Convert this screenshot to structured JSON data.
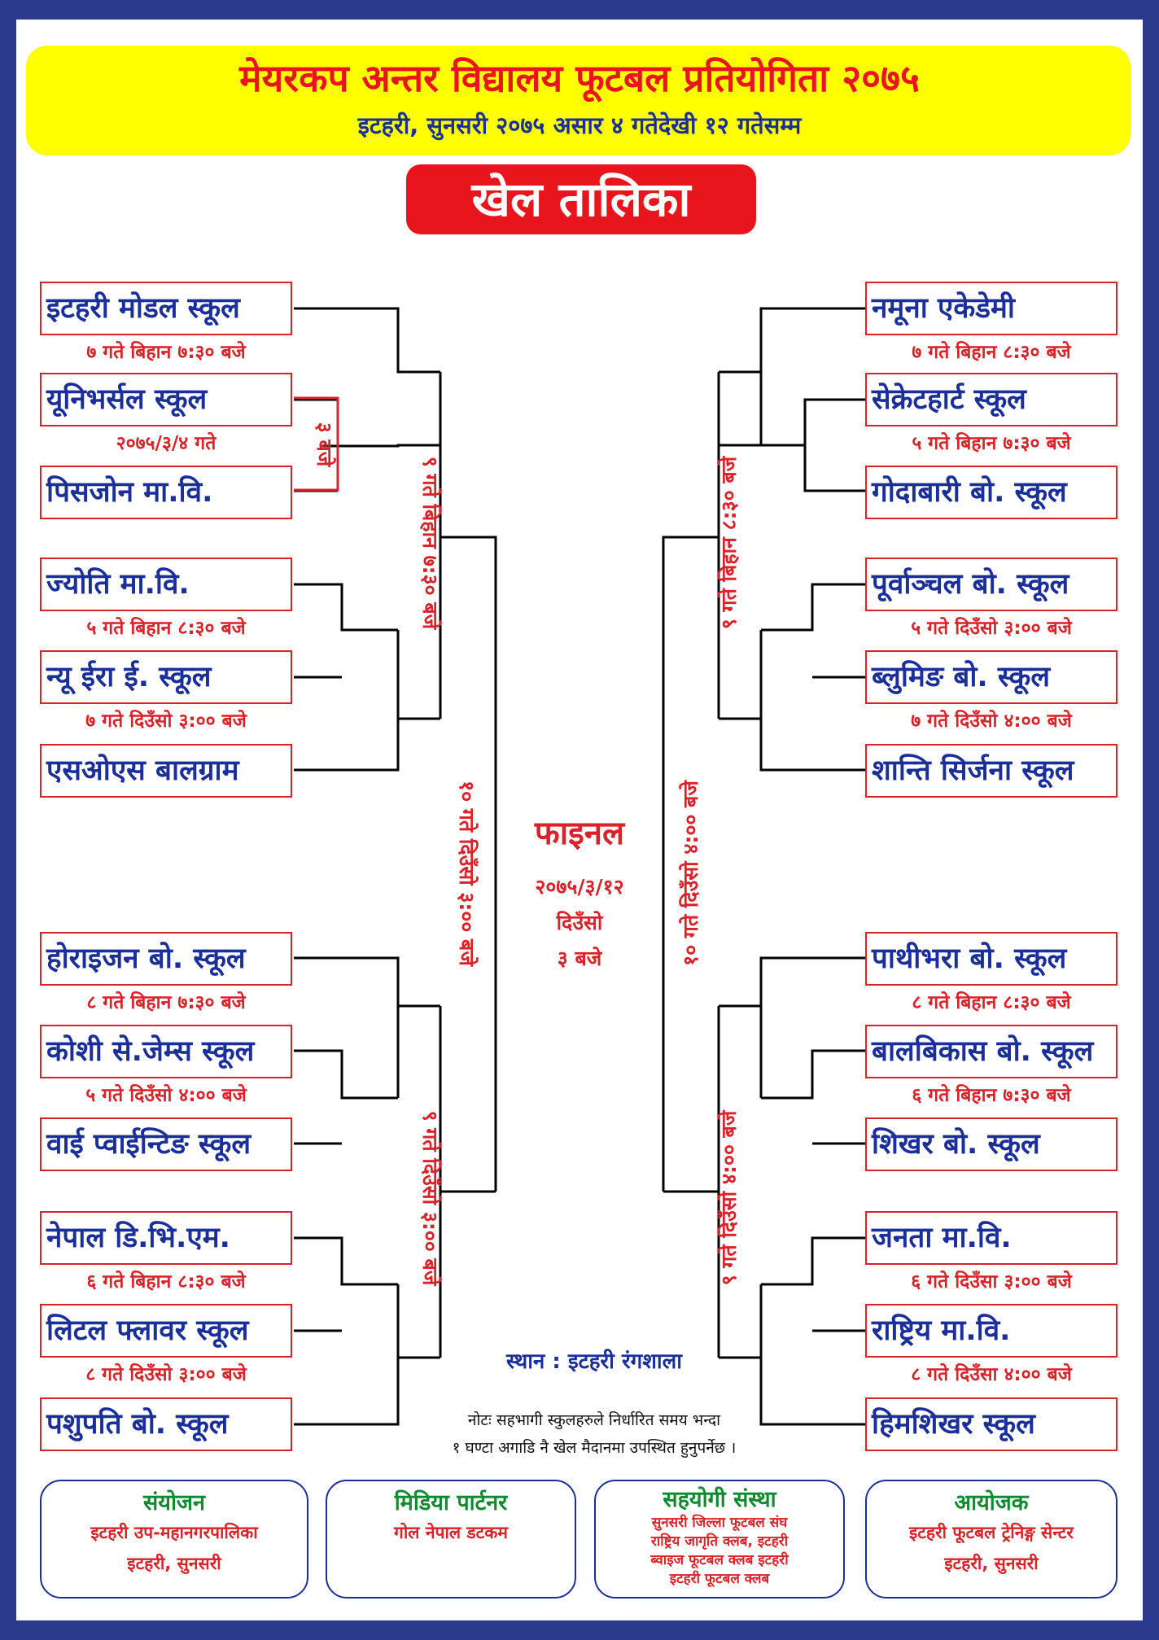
{
  "header": {
    "title": "मेयरकप अन्तर विद्यालय फूटबल प्रतियोगिता २०७५",
    "subtitle": "इटहरी, सुनसरी २०७५ असार ४ गतेदेखी १२ गतेसम्म"
  },
  "banner": "खेल तालिका",
  "left": {
    "teams": [
      "इटहरी मोडल स्कूल",
      "यूनिभर्सल स्कूल",
      "पिसजोन मा.वि.",
      "ज्योति मा.वि.",
      "न्यू ईरा ई. स्कूल",
      "एसओएस बालग्राम",
      "होराइजन बो. स्कूल",
      "कोशी से.जेम्स स्कूल",
      "वाई प्वाईन्टिङ स्कूल",
      "नेपाल डि.भि.एम.",
      "लिटल फ्लावर स्कूल",
      "पशुपति बो. स्कूल"
    ],
    "match_times": [
      "७ गते बिहान ७:३० बजे",
      "२०७५/३/४ गते",
      "५ गते बिहान ८:३० बजे",
      "७ गते दिउँसो ३:०० बजे",
      "८ गते बिहान ७:३० बजे",
      "५ गते दिउँसो ४:०० बजे",
      "६ गते बिहान ८:३० बजे",
      "८ गते दिउँसो ३:०० बजे"
    ],
    "opening_time": "३ बजे",
    "qf_top": "९ गते बिहान ७:३० बजे",
    "qf_bottom": "९ गते दिउँसो ३:०० बजे",
    "semi": "१० गते दिउँसो ३:०० बजे"
  },
  "right": {
    "teams": [
      "नमूना एकेडेमी",
      "सेक्रेटहार्ट स्कूल",
      "गोदाबारी बो. स्कूल",
      "पूर्वाञ्चल बो. स्कूल",
      "ब्लुमिङ बो. स्कूल",
      "शान्ति सिर्जना स्कूल",
      "पाथीभरा बो. स्कूल",
      "बालबिकास बो. स्कूल",
      "शिखर बो. स्कूल",
      "जनता मा.वि.",
      "राष्ट्रिय मा.वि.",
      "हिमशिखर स्कूल"
    ],
    "match_times": [
      "७ गते बिहान ८:३० बजे",
      "५ गते बिहान ७:३० बजे",
      "५ गते दिउँसो ३:०० बजे",
      "७ गते दिउँसो ४:०० बजे",
      "८ गते बिहान ८:३० बजे",
      "६ गते बिहान ७:३० बजे",
      "६ गते दिउँसा ३:०० बजे",
      "८ गते दिउँसा ४:०० बजे"
    ],
    "qf_top": "९ गते बिहान ८:३० बजे",
    "qf_bottom": "९ गते दिउँसो ४:०० बजे",
    "semi": "१० गते दिउँसो ४:०० बजे"
  },
  "final": {
    "label": "फाइनल",
    "date": "२०७५/३/१२",
    "period": "दिउँसो",
    "time": "३ बजे"
  },
  "venue": "स्थान : इटहरी रंगशाला",
  "note": {
    "line1": "नोटः सहभागी स्कुलहरुले निर्धारित समय भन्दा",
    "line2": "१ घण्टा अगाडि नै खेल मैदानमा उपस्थित हुनुपर्नेछ ।"
  },
  "footer": {
    "coordination": {
      "heading": "संयोजन",
      "lines": [
        "इटहरी उप-महानगरपालिका",
        "इटहरी, सुनसरी"
      ]
    },
    "media": {
      "heading": "मिडिया पार्टनर",
      "lines": [
        "गोल नेपाल डटकम"
      ]
    },
    "support": {
      "heading": "सहयोगी संस्था",
      "lines": [
        "सुनसरी जिल्ला फूटबल संघ",
        "राष्ट्रिय जागृति क्लब, इटहरी",
        "ब्वाइज फूटबल क्लब इटहरी",
        "इटहरी फूटबल क्लब"
      ]
    },
    "organizer": {
      "heading": "आयोजक",
      "lines": [
        "इटहरी फूटबल ट्रेनिङ्ग सेन्टर",
        "इटहरी, सुनसरी"
      ]
    }
  },
  "colors": {
    "border": "#2b3a8c",
    "header_band": "#ffff00",
    "title_red": "#e8151d",
    "text_blue": "#1b2f9a",
    "heading_green": "#108a2e"
  }
}
